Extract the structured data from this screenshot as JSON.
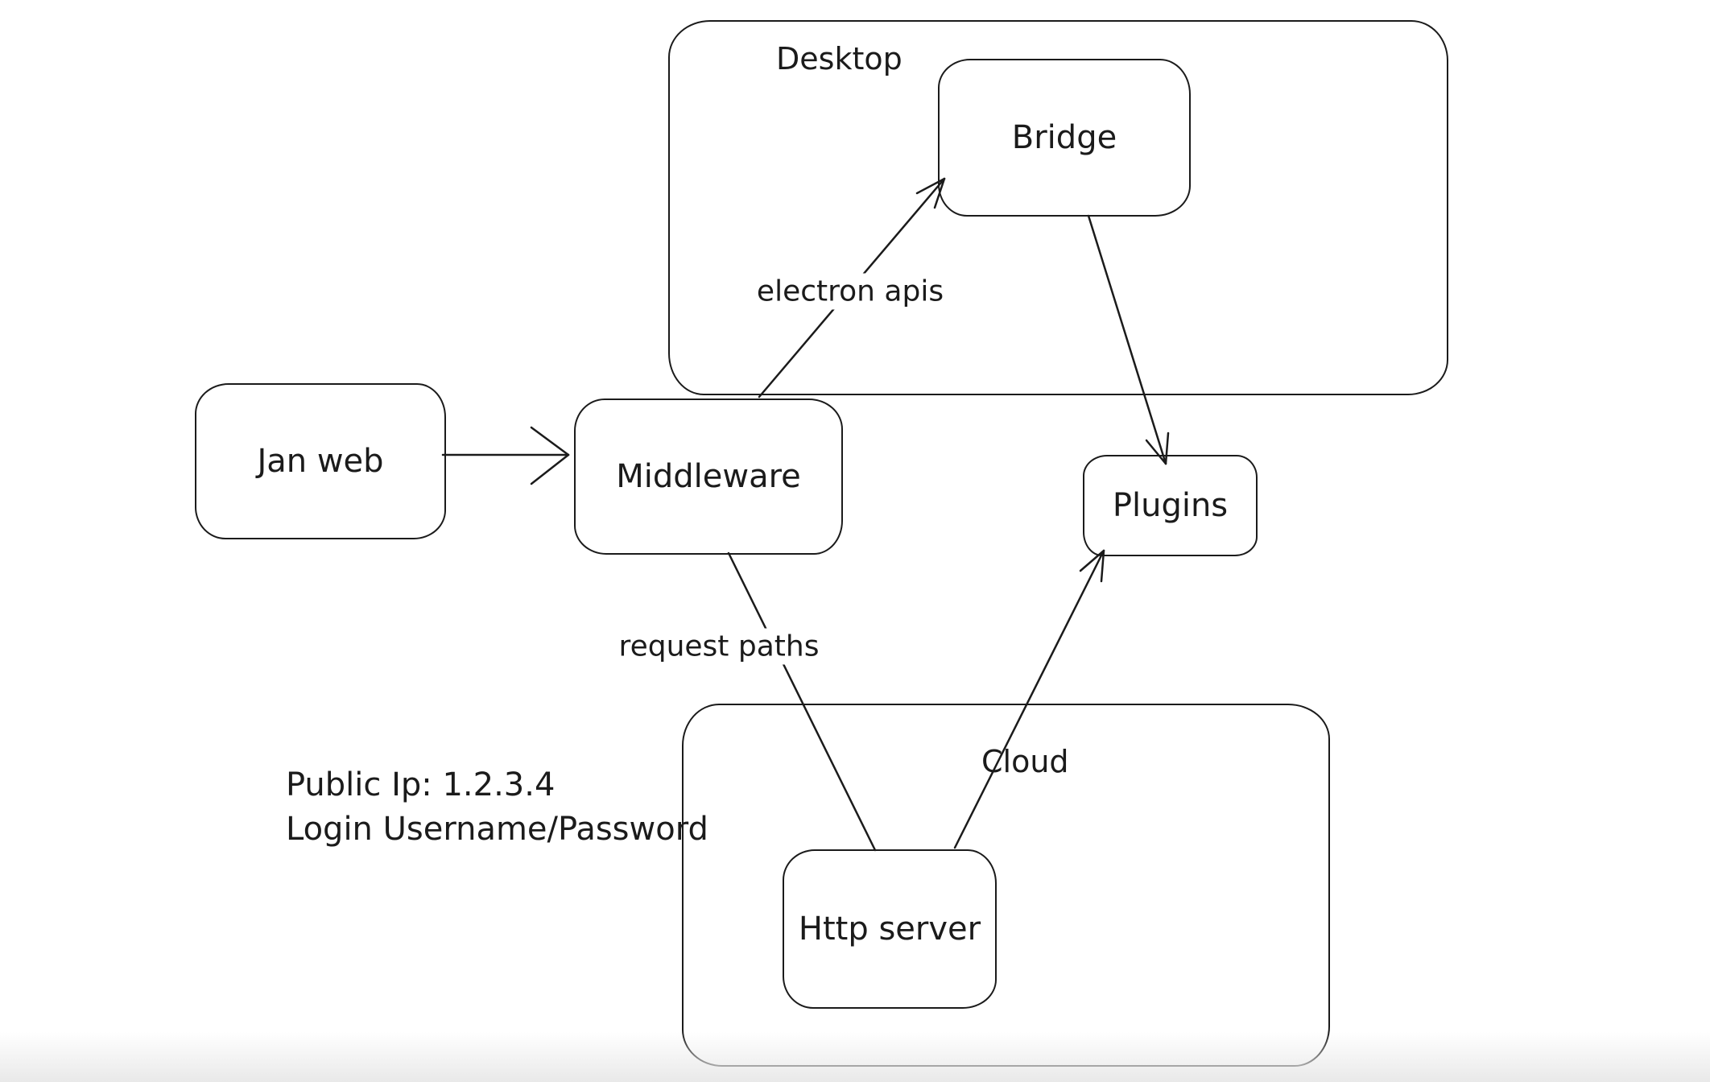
{
  "theme": {
    "background": "#ffffff",
    "stroke": "#1b1b1b",
    "text": "#1b1b1b",
    "fade": "#e9e9e9"
  },
  "containers": [
    {
      "id": "desktop",
      "label": "Desktop"
    },
    {
      "id": "cloud",
      "label": "Cloud"
    }
  ],
  "nodes": [
    {
      "id": "jan-web",
      "label": "Jan web"
    },
    {
      "id": "middleware",
      "label": "Middleware"
    },
    {
      "id": "bridge",
      "label": "Bridge"
    },
    {
      "id": "plugins",
      "label": "Plugins"
    },
    {
      "id": "http-server",
      "label": "Http server"
    }
  ],
  "edges": [
    {
      "id": "janweb-to-middleware",
      "from": "jan-web",
      "to": "middleware",
      "label": "",
      "arrowhead": "end"
    },
    {
      "id": "middleware-to-bridge",
      "from": "middleware",
      "to": "bridge",
      "label": "electron apis",
      "arrowhead": "end"
    },
    {
      "id": "bridge-to-plugins",
      "from": "bridge",
      "to": "plugins",
      "label": "",
      "arrowhead": "end"
    },
    {
      "id": "middleware-to-httpserver",
      "from": "middleware",
      "to": "http-server",
      "label": "request paths",
      "arrowhead": "none"
    },
    {
      "id": "httpserver-to-plugins",
      "from": "http-server",
      "to": "plugins",
      "label": "",
      "arrowhead": "end"
    }
  ],
  "annotations": [
    {
      "id": "public-ip",
      "text": "Public Ip: 1.2.3.4"
    },
    {
      "id": "login",
      "text": "Login Username/Password"
    }
  ]
}
